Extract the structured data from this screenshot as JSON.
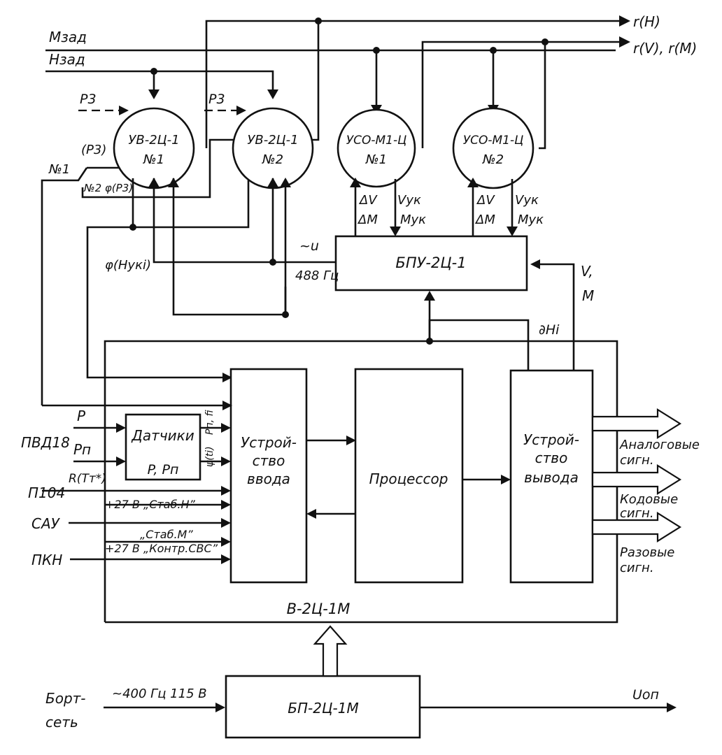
{
  "title": "",
  "outputs_top": {
    "r_h": "r(H)",
    "r_v_m": "r(V), r(M)"
  },
  "inputs_top": {
    "m_zad": "Mзад",
    "h_zad": "Hзад",
    "p3_a": "P3",
    "p3_b": "P3",
    "p3_paren": "(P3)",
    "switch_1": "№1",
    "switch_2": "№2 φ(P3)",
    "phi_h": "φ(Hукi)"
  },
  "circles": [
    {
      "line1": "УВ-2Ц-1",
      "line2": "№1"
    },
    {
      "line1": "УВ-2Ц-1",
      "line2": "№2"
    },
    {
      "line1": "УСО-М1-Ц",
      "line2": "№1"
    },
    {
      "line1": "УСО-М1-Ц",
      "line2": "№2"
    }
  ],
  "uso_signals": {
    "dv1": "ΔV",
    "dm1": "ΔM",
    "vuk1": "Vук",
    "muk1": "Mук",
    "dv2": "ΔV",
    "dm2": "ΔM",
    "vuk2": "Vук",
    "muk2": "Mук"
  },
  "bpu": {
    "label": "БПУ-2Ц-1",
    "tilde_u": "~u",
    "freq": "488 Гц",
    "v_label": "V,",
    "m_label": "M",
    "dh_label": "∂Hi"
  },
  "main_unit": {
    "label": "В-2Ц-1М",
    "input_device": [
      "Устрой-",
      "ство",
      "ввода"
    ],
    "processor": "Процессор",
    "output_device": [
      "Устрой-",
      "ство",
      "вывода"
    ],
    "sensors_title": "Датчики",
    "sensors_sub": "P, Pп",
    "sensor_sig_top": "Pп, fi",
    "sensor_sig_bot": "ψ(ti)"
  },
  "left_inputs": {
    "p": "P",
    "pvd18": "ПВД18",
    "pn": "Pп",
    "r_tt": "R(Tт*)",
    "p104": "П104",
    "stab_h": "+27 В „Стаб.Н”",
    "sau": "САУ",
    "stab_m": "„Стаб.М”",
    "pkn": "ПКН",
    "kontr_svs": "+27 В „Контр.СВС”"
  },
  "right_outputs": [
    [
      "Аналоговые",
      "сигн."
    ],
    [
      "Кодовые",
      "сигн."
    ],
    [
      "Разовые",
      "сигн."
    ]
  ],
  "power": {
    "label": "БП-2Ц-1М",
    "freq": "~400 Гц 115 В",
    "bort1": "Борт-",
    "bort2": "сеть",
    "u_op": "Uоп"
  }
}
